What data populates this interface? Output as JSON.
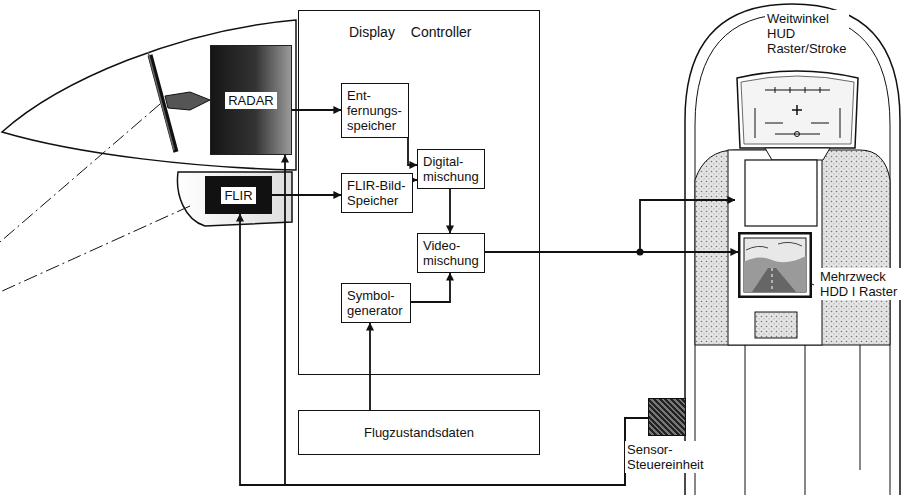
{
  "diagram": {
    "nodes": [
      {
        "text": [
          "Display Controller"
        ]
      },
      {
        "text": [
          "Ent- fernungs- speicher"
        ],
        "in": 0
      },
      {
        "text": [
          "FLIR-Bild- Speicher"
        ],
        "in": 0
      },
      {
        "text": [
          "Digital- mischung"
        ],
        "in": 0
      },
      {
        "text": [
          "Symbol- generator"
        ],
        "in": 0
      },
      {
        "text": [
          "Video- mischung"
        ],
        "in": 0
      },
      {
        "text": [
          "RADAR"
        ]
      },
      {
        "text": [
          "FLIR"
        ]
      },
      {
        "text": [
          "Flugzustandsdaten"
        ]
      },
      {
        "text": [
          "Weitwinkel HUD Raster/Stroke"
        ]
      },
      {
        "text": [
          "Mehrzweck HDD I Raster"
        ]
      },
      {
        "text": [
          "Sensor- Steuereinheit"
        ]
      }
    ],
    "edges": [
      {
        "from": 6,
        "to": 1,
        "arrow": "to"
      },
      {
        "from": 7,
        "to": 2,
        "arrow": "to"
      },
      {
        "from": 1,
        "to": 3,
        "arrow": "to"
      },
      {
        "from": 2,
        "to": 3,
        "arrow": "to"
      },
      {
        "from": 3,
        "to": 5,
        "arrow": "to"
      },
      {
        "from": 4,
        "to": 5,
        "arrow": "to"
      },
      {
        "from": 5,
        "to": 9,
        "arrow": "to"
      },
      {
        "from": 5,
        "to": 10,
        "arrow": "to"
      },
      {
        "from": 8,
        "to": 4,
        "arrow": "to"
      },
      {
        "from": 11,
        "to": 7,
        "arrow": "to"
      },
      {
        "from": 11,
        "to": 6,
        "arrow": "to"
      }
    ]
  }
}
